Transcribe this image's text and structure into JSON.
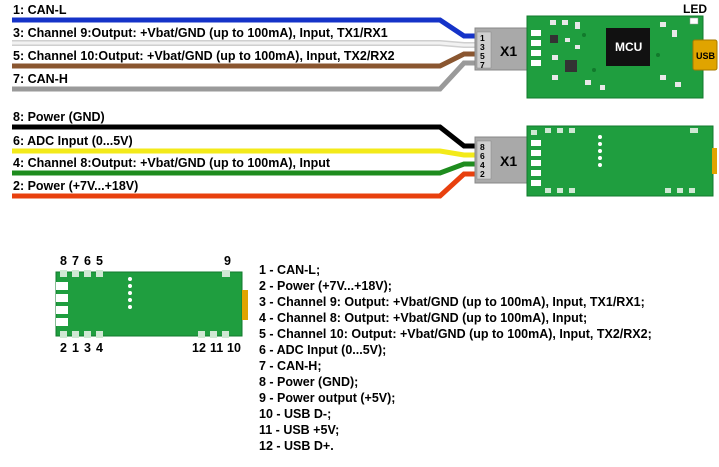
{
  "top_diagram": {
    "wires": [
      {
        "label": "1: CAN-L",
        "color": "#1533c8"
      },
      {
        "label": "3: Channel 9:Output: +Vbat/GND (up to 100mA), Input, TX1/RX1",
        "color": "#e2e2e2"
      },
      {
        "label": "5: Channel 10:Output: +Vbat/GND (up to 100mA), Input, TX2/RX2",
        "color": "#8a5630"
      },
      {
        "label": "7: CAN-H",
        "color": "#9a9a9a"
      }
    ],
    "connector_pins": [
      "1",
      "3",
      "5",
      "7"
    ],
    "connector_label": "X1",
    "mcu_label": "MCU",
    "usb_label": "USB",
    "led_label": "LED"
  },
  "bottom_diagram": {
    "wires": [
      {
        "label": "8: Power (GND)",
        "color": "#000000"
      },
      {
        "label": "6: ADC Input (0...5V)",
        "color": "#f3ea1a"
      },
      {
        "label": "4: Channel 8:Output: +Vbat/GND (up to 100mA), Input",
        "color": "#1e8c1e"
      },
      {
        "label": "2: Power (+7V...+18V)",
        "color": "#e8400e"
      }
    ],
    "connector_pins": [
      "8",
      "6",
      "4",
      "2"
    ],
    "connector_label": "X1"
  },
  "board_view": {
    "top_numbers": [
      "8",
      "7",
      "6",
      "5"
    ],
    "top_right_number": "9",
    "bottom_numbers": [
      "2",
      "1",
      "3",
      "4"
    ],
    "bottom_right_numbers": [
      "12",
      "11",
      "10"
    ]
  },
  "pin_legend": [
    "1 - CAN-L;",
    "2 - Power (+7V...+18V);",
    "3 - Channel 9: Output: +Vbat/GND (up to 100mA), Input, TX1/RX1;",
    "4 - Channel 8: Output: +Vbat/GND (up to 100mA), Input;",
    "5 - Channel 10: Output: +Vbat/GND (up to 100mA), Input, TX2/RX2;",
    "6 - ADC Input (0...5V);",
    "7 - CAN-H;",
    "8 - Power (GND);",
    "9 - Power output (+5V);",
    "10 - USB D-;",
    "11 - USB +5V;",
    "12 - USB D+."
  ],
  "colors": {
    "board_green": "#1f9e3f",
    "board_dark": "#127a2c",
    "connector_grey": "#a9a9a9",
    "usb_gold": "#e0a400",
    "chip_black": "#111111"
  }
}
